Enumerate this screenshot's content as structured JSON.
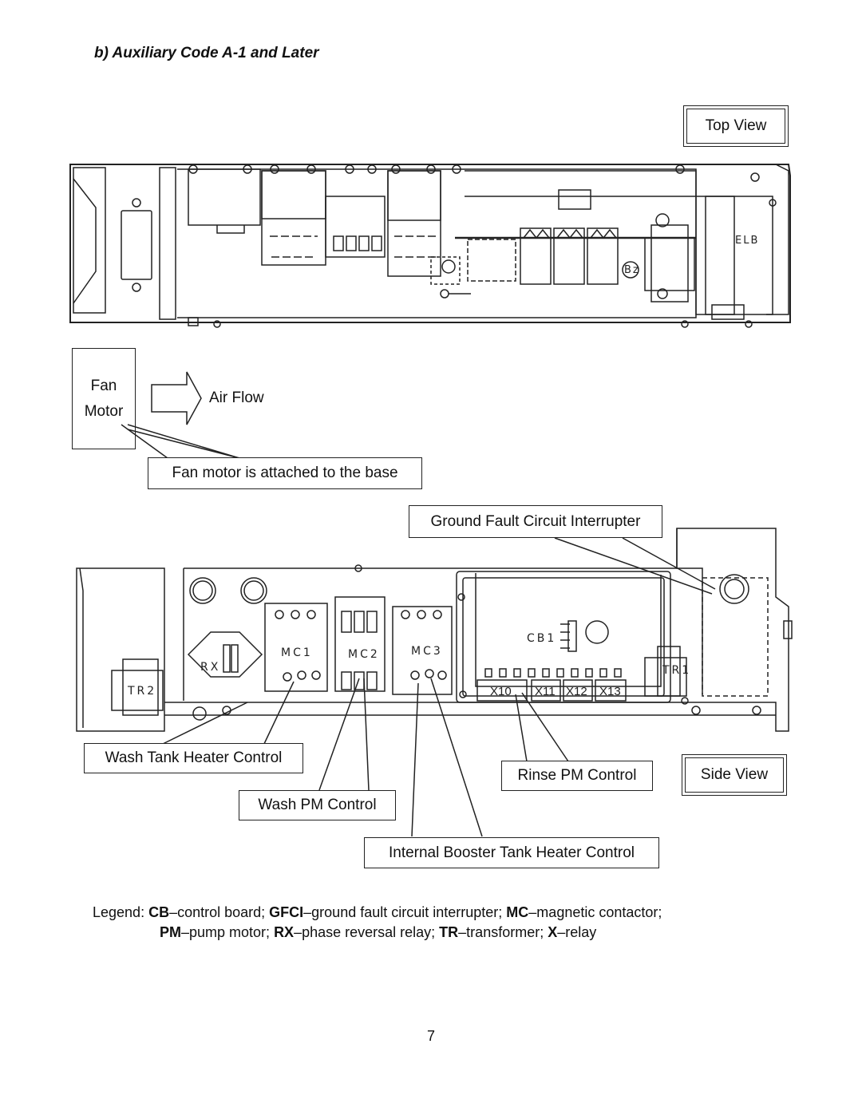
{
  "heading": "b) Auxiliary Code A-1 and Later",
  "views": {
    "top": "Top View",
    "side": "Side View"
  },
  "fan": {
    "line1": "Fan",
    "line2": "Motor",
    "air_flow": "Air Flow"
  },
  "callouts": {
    "fan_motor_note": "Fan motor is attached to the base",
    "gfci": "Ground Fault Circuit Interrupter",
    "wash_tank_heater": "Wash Tank Heater Control",
    "rinse_pm": "Rinse PM Control",
    "wash_pm": "Wash PM Control",
    "booster_heater": "Internal Booster Tank Heater Control"
  },
  "component_labels": {
    "elb": "ELB",
    "bz": "Bz",
    "rx": "RX",
    "tr2": "TR2",
    "mc1": "MC1",
    "mc2": "MC2",
    "mc3": "MC3",
    "cb1": "CB1",
    "tr1": "TR1",
    "x10": "X10",
    "x11": "X11",
    "x12": "X12",
    "x13": "X13"
  },
  "legend": {
    "prefix": "Legend: ",
    "entries": [
      {
        "term": "CB",
        "def": "–control board; "
      },
      {
        "term": "GFCI",
        "def": "–ground fault circuit interrupter; "
      },
      {
        "term": "MC",
        "def": "–magnetic contactor;"
      },
      {
        "term": "PM",
        "def": "–pump motor; "
      },
      {
        "term": "RX",
        "def": "–phase reversal relay; "
      },
      {
        "term": "TR",
        "def": "–transformer; "
      },
      {
        "term": "X",
        "def": "–relay"
      }
    ]
  },
  "page_number": "7"
}
